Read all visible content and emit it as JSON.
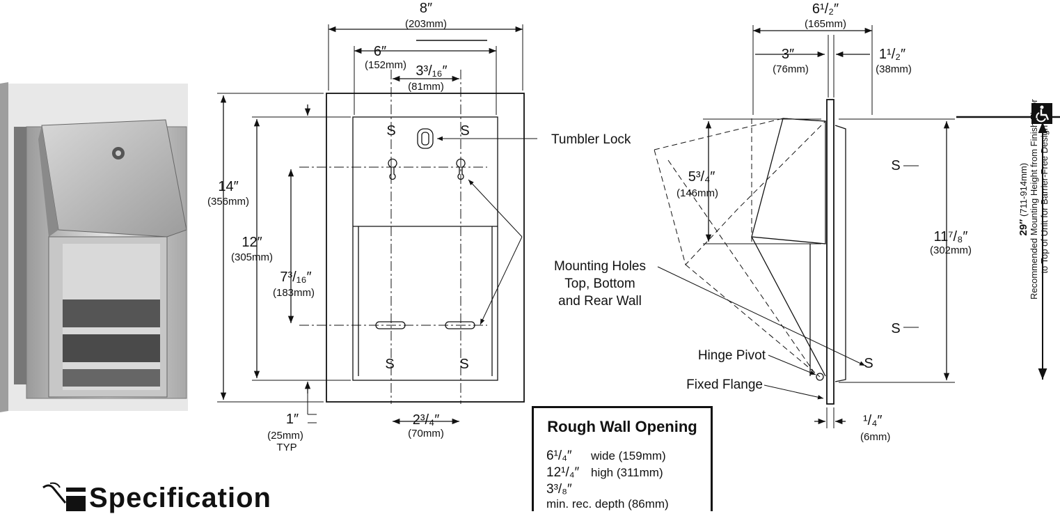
{
  "front": {
    "width": {
      "in": "8″",
      "mm": "(203mm)"
    },
    "inner_width": {
      "in": "6″",
      "mm": "(152mm)"
    },
    "slot_spacing": {
      "in": "3³/₁₆″",
      "mm": "(81mm)"
    },
    "height": {
      "in": "14″",
      "mm": "(356mm)"
    },
    "inner_height": {
      "in": "12″",
      "mm": "(305mm)"
    },
    "hole_spacing": {
      "in": "7³/₁₆″",
      "mm": "(183mm)"
    },
    "flange": {
      "in": "1″",
      "mm": "(25mm)",
      "note": "TYP"
    },
    "bottom_spacing": {
      "in": "2³/₄″",
      "mm": "(70mm)"
    },
    "s_label": "S",
    "tumbler_lock": "Tumbler Lock"
  },
  "mounting_holes": [
    "Mounting Holes",
    "Top, Bottom",
    "and Rear Wall"
  ],
  "side": {
    "depth": {
      "in": "6¹/₂″",
      "mm": "(165mm)"
    },
    "recess": {
      "in": "3″",
      "mm": "(76mm)"
    },
    "projection": {
      "in": "1¹/₂″",
      "mm": "(38mm)"
    },
    "hood": {
      "in": "5³/₄″",
      "mm": "(146mm)"
    },
    "height": {
      "in": "11⁷/₈″",
      "mm": "(302mm)"
    },
    "flange_thick": {
      "in": "¹/₄″",
      "mm": "(6mm)"
    },
    "hinge_pivot": "Hinge Pivot",
    "fixed_flange": "Fixed Flange"
  },
  "mounting_height": {
    "value": "29″",
    "range": "(711-914mm)",
    "line1": "Recommended Mounting Height from Finish Floor",
    "line2": "to Top of Unit for Barrier-Free Design"
  },
  "rough_wall": {
    "title": "Rough Wall Opening",
    "rows": [
      {
        "dim": "6¹/₄″",
        "text": "wide (159mm)"
      },
      {
        "dim": "12¹/₄″",
        "text": "high (311mm)"
      },
      {
        "dim": "3³/₈″",
        "text": "min. rec. depth (86mm)"
      }
    ]
  },
  "spec_heading": "Specification",
  "icons": [
    "wheelchair-accessibility-icon",
    "specification-tool-icon"
  ]
}
